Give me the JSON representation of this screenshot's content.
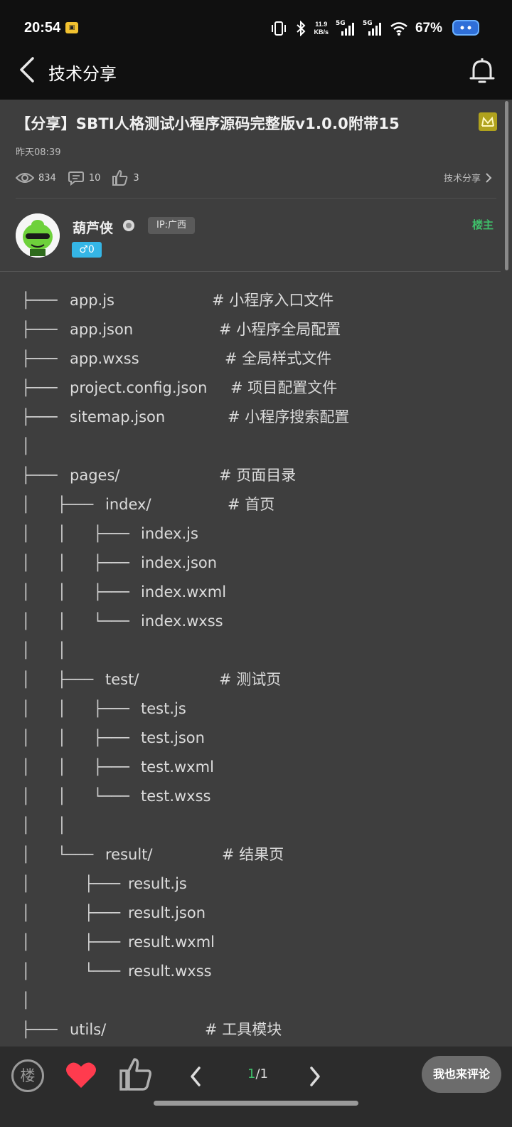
{
  "status_bar": {
    "time": "20:54",
    "net_speed_value": "11.9",
    "net_speed_unit": "KB/s",
    "signal1": "5G",
    "signal2": "5G",
    "battery": "67%"
  },
  "header": {
    "title": "技术分享"
  },
  "post": {
    "title": "【分享】SBTI人格测试小程序源码完整版v1.0.0附带15",
    "time": "昨天08:39",
    "views": "834",
    "comments": "10",
    "likes": "3",
    "category": "技术分享"
  },
  "author": {
    "name": "葫芦侠",
    "ip": "IP:广西",
    "gender_level": "♂0",
    "owner_label": "楼主"
  },
  "tree": [
    {
      "prefix": "├─── ",
      "name": "app.js",
      "comment": "# 小程序入口文件"
    },
    {
      "prefix": "├─── ",
      "name": "app.json",
      "comment": "# 小程序全局配置"
    },
    {
      "prefix": "├─── ",
      "name": "app.wxss",
      "comment": "# 全局样式文件"
    },
    {
      "prefix": "├─── ",
      "name": "project.config.json",
      "comment": "# 项目配置文件"
    },
    {
      "prefix": "├─── ",
      "name": "sitemap.json",
      "comment": "# 小程序搜索配置"
    },
    {
      "prefix": "│",
      "name": "",
      "comment": ""
    },
    {
      "prefix": "├─── ",
      "name": "pages/",
      "comment": "# 页面目录"
    },
    {
      "prefix": "│   ├─── ",
      "name": "index/",
      "comment": "# 首页"
    },
    {
      "prefix": "│   │   ├─── ",
      "name": "index.js",
      "comment": ""
    },
    {
      "prefix": "│   │   ├─── ",
      "name": "index.json",
      "comment": ""
    },
    {
      "prefix": "│   │   ├─── ",
      "name": "index.wxml",
      "comment": ""
    },
    {
      "prefix": "│   │   └─── ",
      "name": "index.wxss",
      "comment": ""
    },
    {
      "prefix": "│   │",
      "name": "",
      "comment": ""
    },
    {
      "prefix": "│   ├─── ",
      "name": "test/",
      "comment": "# 测试页"
    },
    {
      "prefix": "│   │   ├─── ",
      "name": "test.js",
      "comment": ""
    },
    {
      "prefix": "│   │   ├─── ",
      "name": "test.json",
      "comment": ""
    },
    {
      "prefix": "│   │   ├─── ",
      "name": "test.wxml",
      "comment": ""
    },
    {
      "prefix": "│   │   └─── ",
      "name": "test.wxss",
      "comment": ""
    },
    {
      "prefix": "│   │",
      "name": "",
      "comment": ""
    },
    {
      "prefix": "│   └─── ",
      "name": "result/",
      "comment": "# 结果页"
    },
    {
      "prefix": "│      ├─── ",
      "name": "result.js",
      "comment": ""
    },
    {
      "prefix": "│      ├─── ",
      "name": "result.json",
      "comment": ""
    },
    {
      "prefix": "│      ├─── ",
      "name": "result.wxml",
      "comment": ""
    },
    {
      "prefix": "│      └─── ",
      "name": "result.wxss",
      "comment": ""
    },
    {
      "prefix": "│",
      "name": "",
      "comment": ""
    },
    {
      "prefix": "├─── ",
      "name": "utils/",
      "comment": "# 工具模块"
    }
  ],
  "bottom_bar": {
    "floor_label": "楼",
    "page_current": "1",
    "page_total": "/1",
    "comment_button": "我也来评论"
  },
  "colors": {
    "accent_green": "#3fbf6a",
    "heart_red": "#ff3b4e",
    "gender_blue": "#35b6e6"
  }
}
